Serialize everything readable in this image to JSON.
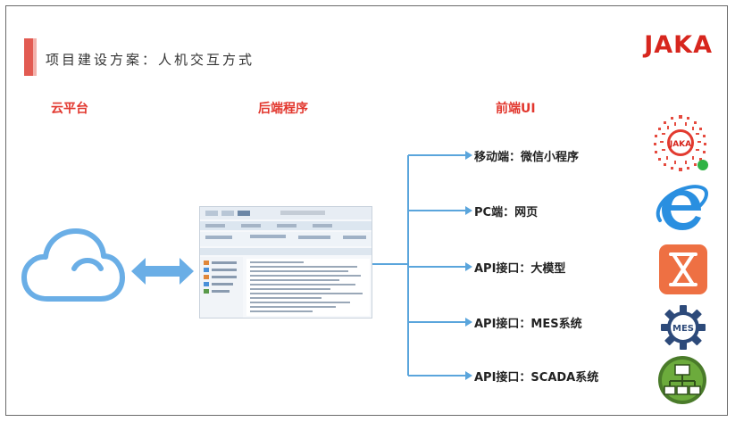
{
  "slide": {
    "title": "项目建设方案：人机交互方式",
    "brand": "JAKA"
  },
  "columns": {
    "cloud": "云平台",
    "backend": "后端程序",
    "frontend": "前端UI"
  },
  "frontend_items": [
    {
      "label": "移动端：微信小程序",
      "icon": "wechat-miniprogram-qr-icon"
    },
    {
      "label": "PC端：网页",
      "icon": "internet-explorer-icon"
    },
    {
      "label": "API接口：大模型",
      "icon": "hourglass-app-icon"
    },
    {
      "label": "API接口：MES系统",
      "icon": "mes-gear-icon"
    },
    {
      "label": "API接口：SCADA系统",
      "icon": "scada-network-icon"
    }
  ],
  "qr_label": "JAKA",
  "mes_label": "MES",
  "colors": {
    "accent_red": "#e2372e",
    "title_bar": "#e25b52",
    "connector_blue": "#5aa5dc",
    "cloud_blue": "#6aaee6"
  }
}
